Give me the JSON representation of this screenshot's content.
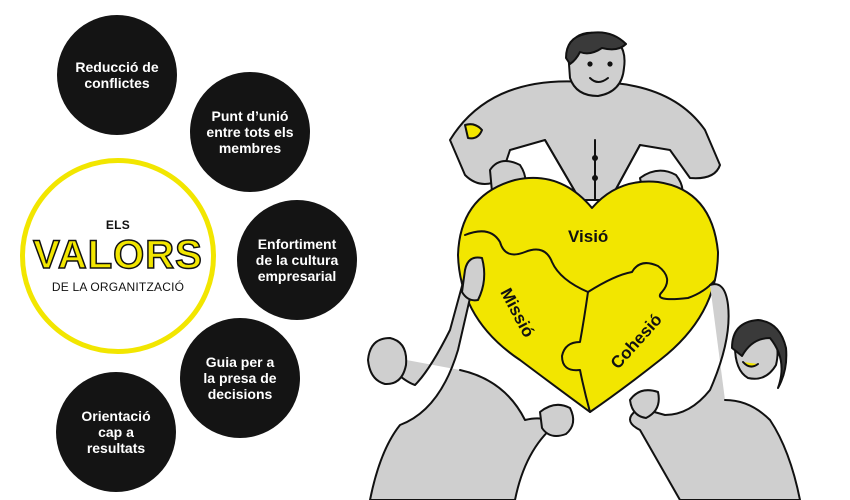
{
  "center": {
    "top_label": "ELS",
    "title": "VALORS",
    "subtitle": "DE LA ORGANITZACIÓ"
  },
  "values": [
    {
      "label": "Reducció de\nconflictes"
    },
    {
      "label": "Punt d’unió\nentre tots els\nmembres"
    },
    {
      "label": "Enfortiment\nde la cultura\nempresarial"
    },
    {
      "label": "Guia per a\nla presa de\ndecisions"
    },
    {
      "label": "Orientació\ncap a\nresultats"
    }
  ],
  "puzzle": {
    "top": "Visió",
    "left": "Missió",
    "right": "Cohesió"
  },
  "colors": {
    "accent_yellow": "#f2e600",
    "bubble_black": "#141414",
    "figure_gray": "#cfcfcf",
    "outline": "#111111"
  }
}
